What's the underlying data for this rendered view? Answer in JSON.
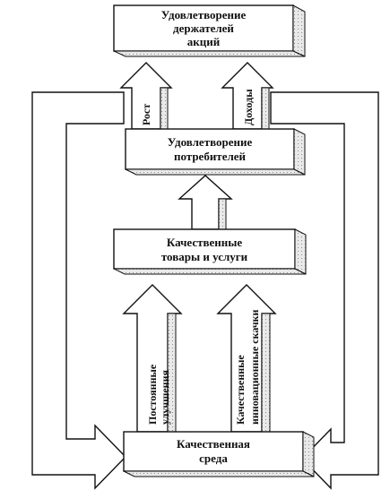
{
  "boxes": {
    "shareholders": {
      "line1": "Удовлетворение",
      "line2": "держателей",
      "line3": "акций"
    },
    "consumers": {
      "line1": "Удовлетворение",
      "line2": "потребителей"
    },
    "goods": {
      "line1": "Качественные",
      "line2": "товары и услуги"
    },
    "environment": {
      "line1": "Качественная",
      "line2": "среда"
    }
  },
  "arrows": {
    "growth": "Рост",
    "income": "Доходы",
    "improvements_line1": "Постоянные",
    "improvements_line2": "улучшения",
    "innovations_line1": "Качественные",
    "innovations_line2": "инновационные скачки"
  }
}
